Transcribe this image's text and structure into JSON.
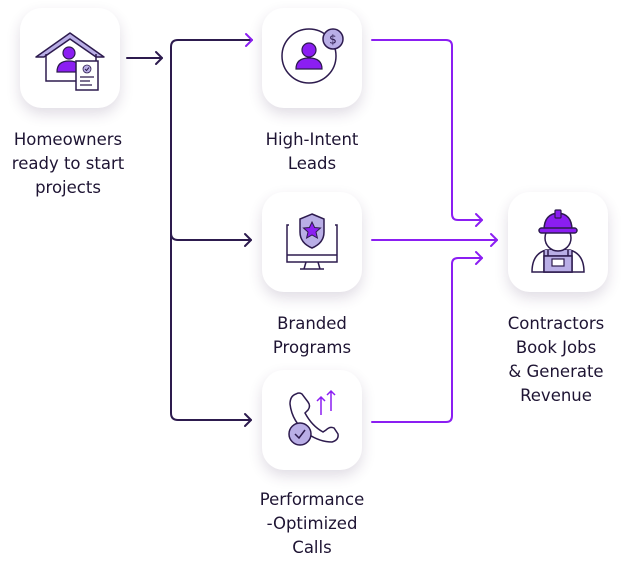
{
  "colors": {
    "dark": "#2d1b4e",
    "purple": "#8b1ef2",
    "lavender": "#b9aee6",
    "card": "#ffffff"
  },
  "nodes": {
    "homeowners": {
      "icon": "house-person-document-icon",
      "lines": [
        "Homeowners",
        "ready to start",
        "projects"
      ]
    },
    "leads": {
      "icon": "person-dollar-icon",
      "lines": [
        "High-Intent",
        "Leads"
      ]
    },
    "programs": {
      "icon": "monitor-shield-star-icon",
      "lines": [
        "Branded",
        "Programs"
      ]
    },
    "calls": {
      "icon": "phone-arrows-check-icon",
      "lines": [
        "Performance",
        "-Optimized",
        "Calls"
      ]
    },
    "contractors": {
      "icon": "contractor-hardhat-icon",
      "lines": [
        "Contractors",
        "Book Jobs",
        "& Generate",
        "Revenue"
      ]
    }
  }
}
